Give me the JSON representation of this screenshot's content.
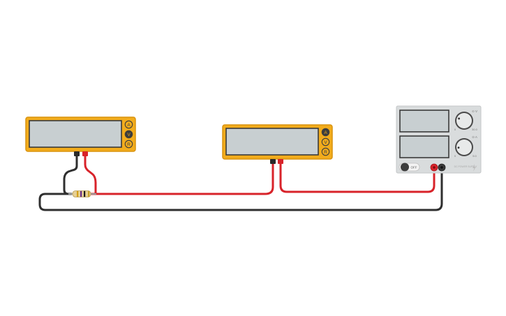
{
  "canvas": {
    "background": "#ffffff"
  },
  "colors": {
    "meter_body": "#f2ac1c",
    "meter_border": "#d9930f",
    "lcd": "#c8cfd1",
    "lcd_border": "#3a3a3a",
    "wire_red": "#d8232a",
    "wire_black": "#2f2f2f",
    "psu_body": "#d9dcdd",
    "psu_display": "#c8cfd1"
  },
  "multimeter_1": {
    "mode_buttons": [
      {
        "label": "A",
        "active": false
      },
      {
        "label": "V",
        "active": true
      },
      {
        "label": "R",
        "active": false
      }
    ]
  },
  "multimeter_2": {
    "mode_buttons": [
      {
        "label": "A",
        "active": true
      },
      {
        "label": "V",
        "active": false
      },
      {
        "label": "R",
        "active": false
      }
    ]
  },
  "power_supply": {
    "voltage_knob": {
      "label": "⊙ V",
      "min": "0",
      "max": "30.0",
      "value": 0.25
    },
    "current_knob": {
      "label": "⊙ A",
      "min": "0",
      "max": "5.0",
      "value": 0.15
    },
    "power_switch": {
      "label": "OFF",
      "state": "off"
    },
    "brand": "DC POWER SUPPLY"
  },
  "resistor": {
    "bands": [
      "#d4a017",
      "#6a2c8a",
      "#1a1a1a",
      "#c9a227"
    ]
  }
}
